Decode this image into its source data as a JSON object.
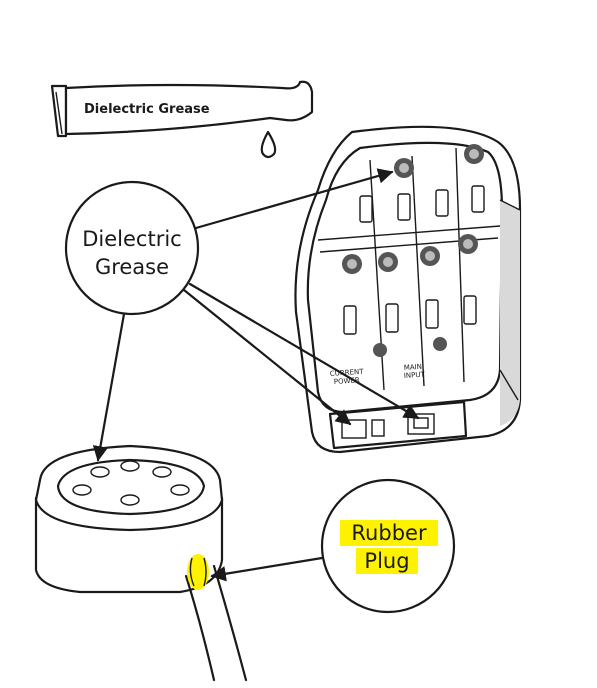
{
  "tube": {
    "label": "Dielectric Grease"
  },
  "callouts": {
    "grease": {
      "line1": "Dielectric",
      "line2": "Grease"
    },
    "plug": {
      "line1": "Rubber",
      "line2": "Plug",
      "highlight_color": "#fff200"
    }
  },
  "housing": {
    "label_left_line1": "CURRENT",
    "label_left_line2": "POWER",
    "label_right_line1": "MAIN",
    "label_right_line2": "INPUT"
  },
  "colors": {
    "ink": "#1a1a1a",
    "background": "#ffffff",
    "highlight": "#fff200"
  }
}
